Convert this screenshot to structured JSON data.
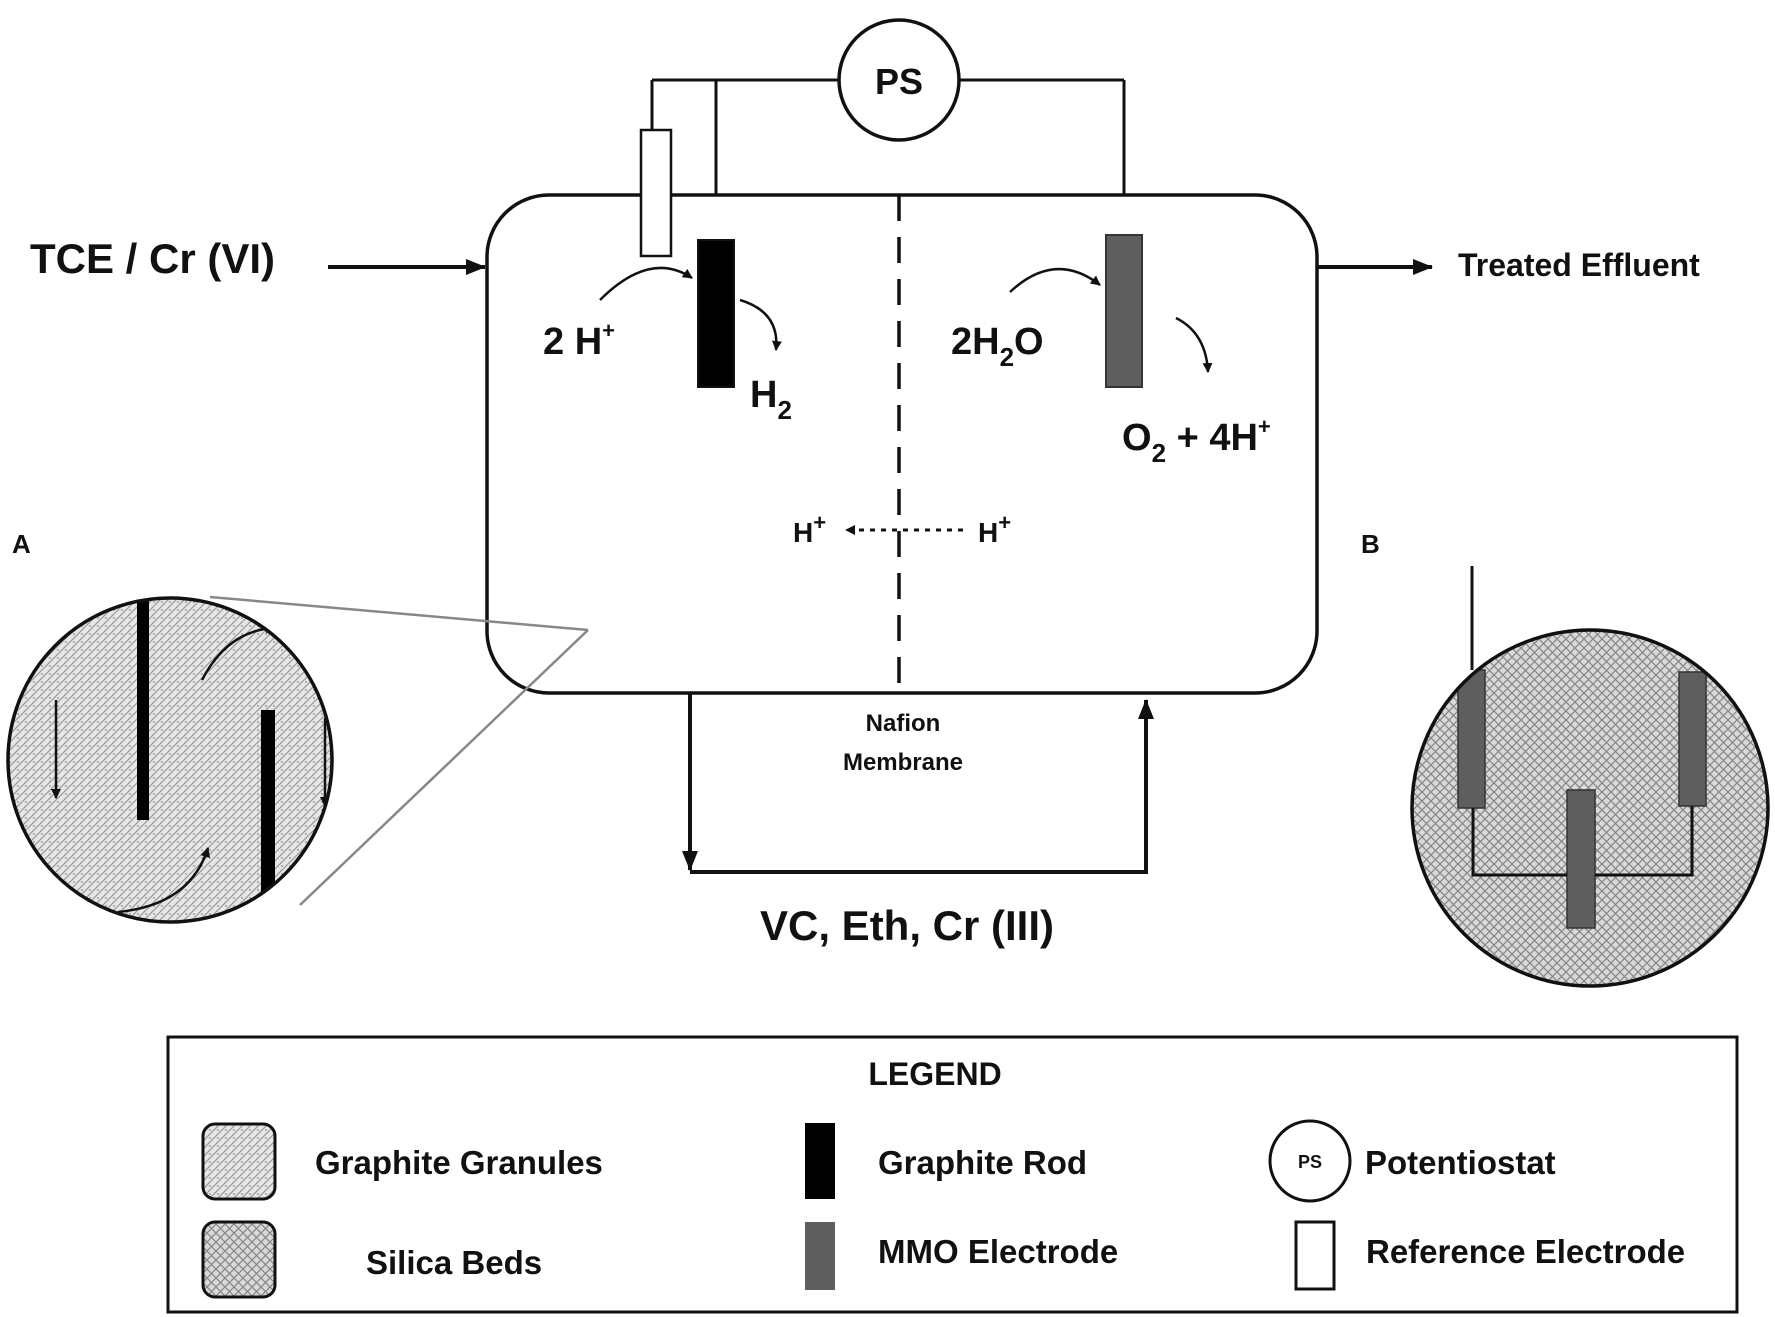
{
  "inlet_label": "TCE / Cr (VI)",
  "outlet_label": "Treated Effluent",
  "bottom_label": "VC, Eth, Cr (III)",
  "membrane_label": [
    "Nafion",
    "Membrane"
  ],
  "potentiostat_label": "PS",
  "cathode_reaction": {
    "reactant": "2 H",
    "reactant_sup": "+",
    "product": "H",
    "product_sub": "2"
  },
  "anode_reaction": {
    "reactant_a": "2H",
    "reactant_sub": "2",
    "reactant_b": "O",
    "product_a": "O",
    "product_sub": "2",
    "product_b": " + 4H",
    "product_sup": "+"
  },
  "proton_transfer": {
    "left": "H",
    "left_sup": "+",
    "right": "H",
    "right_sup": "+"
  },
  "panel_a_label": "A",
  "panel_b_label": "B",
  "legend": {
    "title": "LEGEND",
    "items": [
      {
        "label": "Graphite Granules",
        "symbol": "granules-pattern"
      },
      {
        "label": "Silica Beds",
        "symbol": "silica-pattern"
      },
      {
        "label": "Graphite Rod",
        "symbol": "black-rect"
      },
      {
        "label": "MMO Electrode",
        "symbol": "gray-rect"
      },
      {
        "label": "Potentiostat",
        "symbol": "ps-circle",
        "symbol_text": "PS"
      },
      {
        "label": "Reference Electrode",
        "symbol": "white-rect"
      }
    ]
  },
  "colors": {
    "line": "#111111",
    "graphite_rod": "#000000",
    "mmo_electrode": "#5e5e5e",
    "reference_electrode": "#ffffff",
    "zoom_line": "#888888"
  }
}
